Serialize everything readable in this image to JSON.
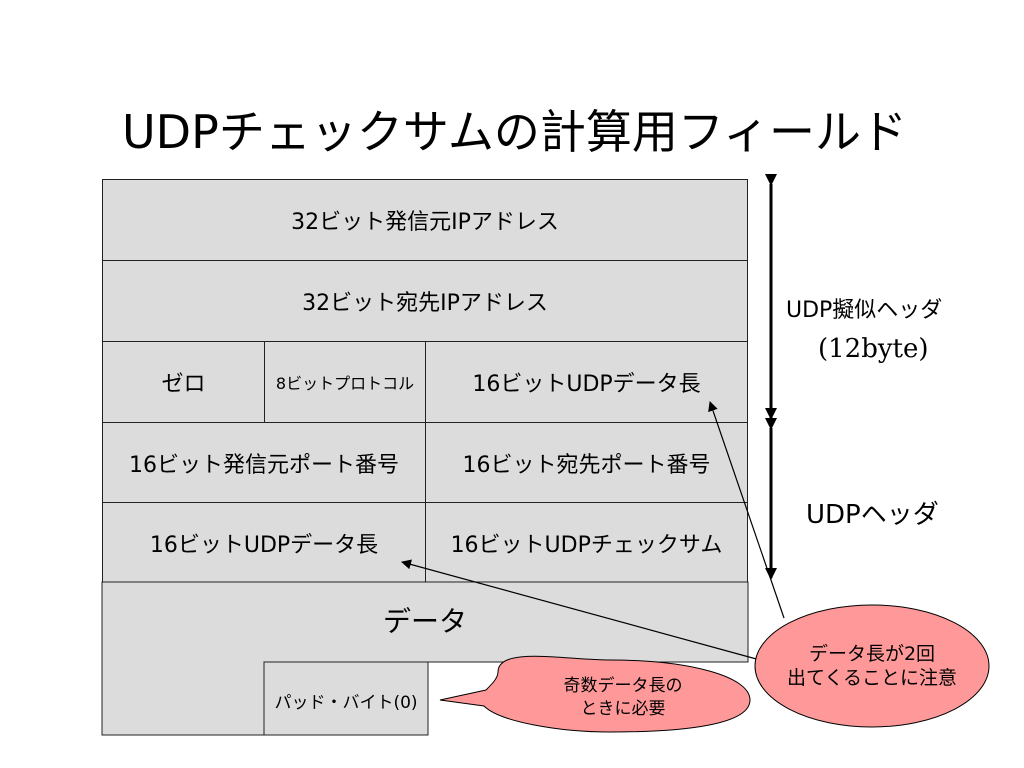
{
  "title": "UDPチェックサムの計算用フィールド",
  "pseudo_header": {
    "rows": [
      {
        "cells": [
          "32ビット発信元IPアドレス"
        ]
      },
      {
        "cells": [
          "32ビット宛先IPアドレス"
        ]
      },
      {
        "cells": [
          "ゼロ",
          "8ビットプロトコル",
          "16ビットUDPデータ長"
        ]
      }
    ],
    "label_line1": "UDP擬似ヘッダ",
    "label_line2": "(12byte)"
  },
  "udp_header": {
    "rows": [
      {
        "cells": [
          "16ビット発信元ポート番号",
          "16ビット宛先ポート番号"
        ]
      },
      {
        "cells": [
          "16ビットUDPデータ長",
          "16ビットUDPチェックサム"
        ]
      }
    ],
    "label": "UDPヘッダ"
  },
  "data_block": {
    "label": "データ",
    "pad_label": "パッド・バイト(0)"
  },
  "callouts": {
    "odd": {
      "line1": "奇数データ長の",
      "line2": "ときに必要"
    },
    "twice": {
      "line1": "データ長が2回",
      "line2": "出てくることに注意"
    }
  },
  "colors": {
    "cell_fill": "#dcdcdc",
    "callout_fill": "#ff9999",
    "border": "#222222"
  }
}
